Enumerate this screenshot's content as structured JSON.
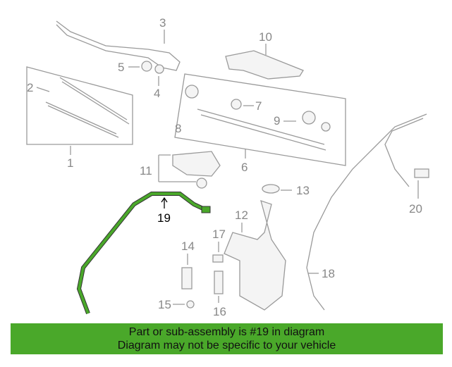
{
  "diagram": {
    "callouts": [
      "1",
      "2",
      "3",
      "4",
      "5",
      "6",
      "7",
      "8",
      "9",
      "10",
      "11",
      "12",
      "13",
      "14",
      "15",
      "16",
      "17",
      "18",
      "19",
      "20"
    ],
    "highlighted_part": "19",
    "highlight_color": "#4aa82a"
  },
  "banner": {
    "line1": "Part or sub-assembly is #19 in diagram",
    "line2": "Diagram may not be specific to your vehicle",
    "color": "#4aa82a"
  }
}
